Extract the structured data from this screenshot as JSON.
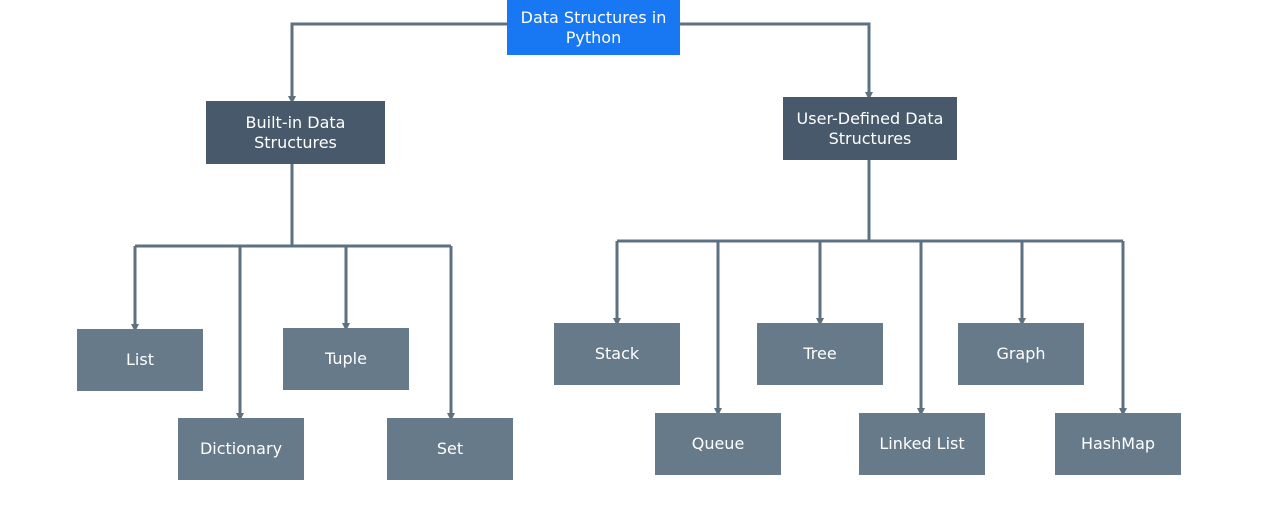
{
  "diagram": {
    "root": {
      "label": "Data Structures in Python"
    },
    "categories": [
      {
        "label": "Built-in Data Structures"
      },
      {
        "label": "User-Defined Data Structures"
      }
    ],
    "built_in_items": [
      "List",
      "Dictionary",
      "Tuple",
      "Set"
    ],
    "user_defined_items": [
      "Stack",
      "Queue",
      "Tree",
      "Linked List",
      "Graph",
      "HashMap"
    ]
  },
  "colors": {
    "root": "#1877f2",
    "category": "#47596b",
    "leaf": "#667a8a",
    "connector": "#5e7180"
  }
}
